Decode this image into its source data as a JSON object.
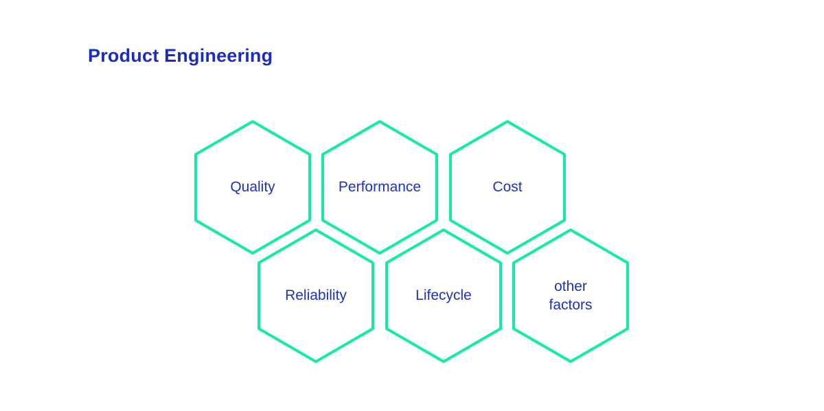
{
  "title": "Product Engineering",
  "colors": {
    "background": "#ffffff",
    "hexagon_stroke": "#14eba5",
    "label_text": "#1d32c4",
    "title_text": "#1b2cc3"
  },
  "hexagons": [
    {
      "id": "quality",
      "label": "Quality"
    },
    {
      "id": "performance",
      "label": "Performance"
    },
    {
      "id": "cost",
      "label": "Cost"
    },
    {
      "id": "reliability",
      "label": "Reliability"
    },
    {
      "id": "lifecycle",
      "label": "Lifecycle"
    },
    {
      "id": "other-factors",
      "label": "other\nfactors"
    }
  ]
}
